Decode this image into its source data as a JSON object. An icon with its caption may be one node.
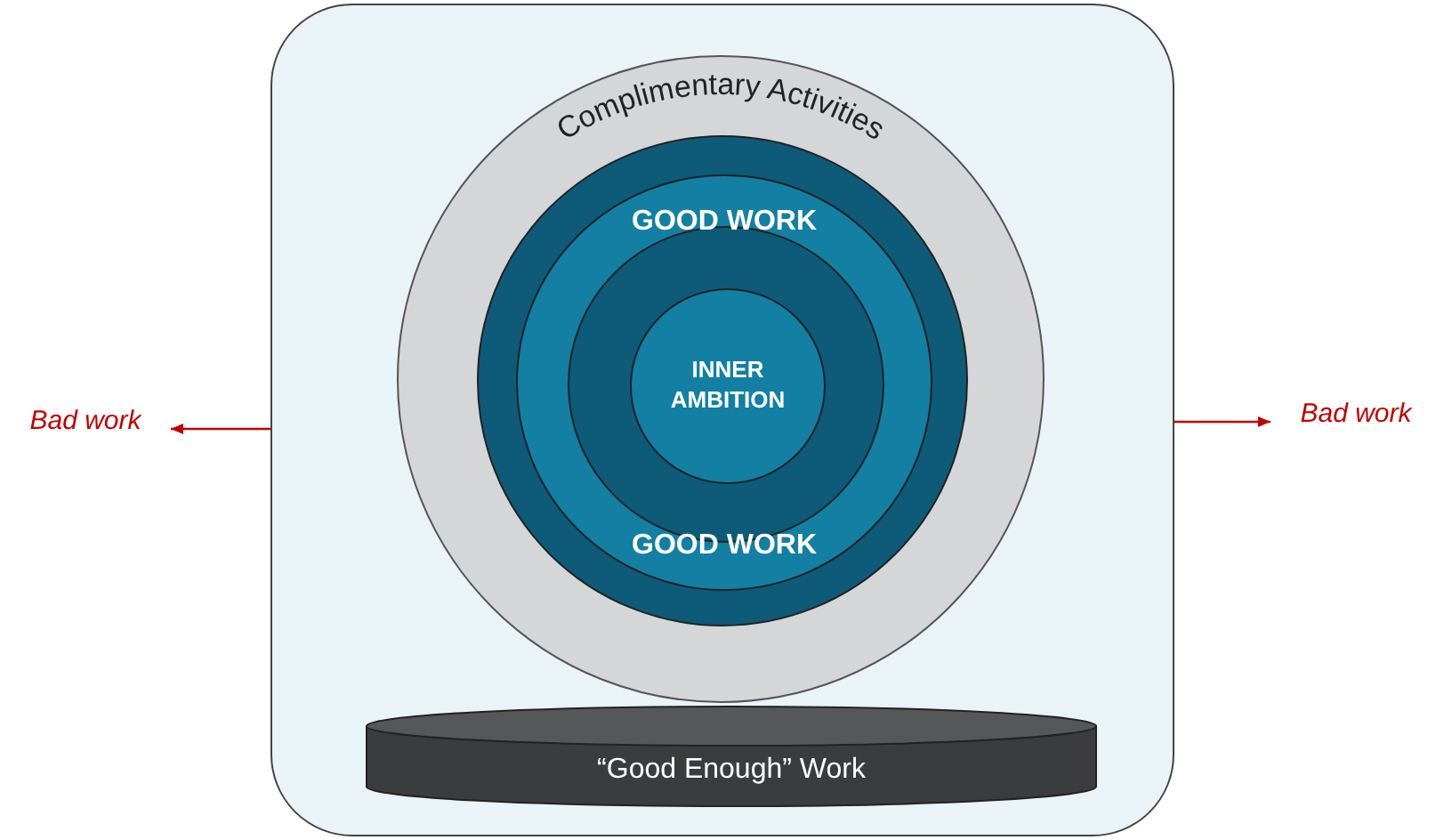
{
  "diagram": {
    "nodes": [
      {
        "text": [],
        "shape": "box"
      },
      {
        "text": [
          "Complimentary Activities"
        ],
        "in": 0
      },
      {
        "text": [],
        "shape": "circle",
        "in": 1
      },
      {
        "text": [
          "GOOD WORK",
          "GOOD WORK"
        ],
        "in": 2
      },
      {
        "text": [],
        "shape": "circle",
        "in": 3
      },
      {
        "text": [
          "INNER AMBITION"
        ],
        "in": 4
      },
      {
        "text": [
          "“Good Enough” Work"
        ],
        "in": 0
      },
      {
        "text": [
          "Bad work"
        ]
      },
      {
        "text": [
          "Bad work"
        ]
      }
    ],
    "edges": [
      {
        "from": 0,
        "to": 7,
        "arrow": "to",
        "color": "#c00000"
      },
      {
        "from": 0,
        "to": 8,
        "arrow": "to",
        "color": "#c00000"
      }
    ]
  }
}
